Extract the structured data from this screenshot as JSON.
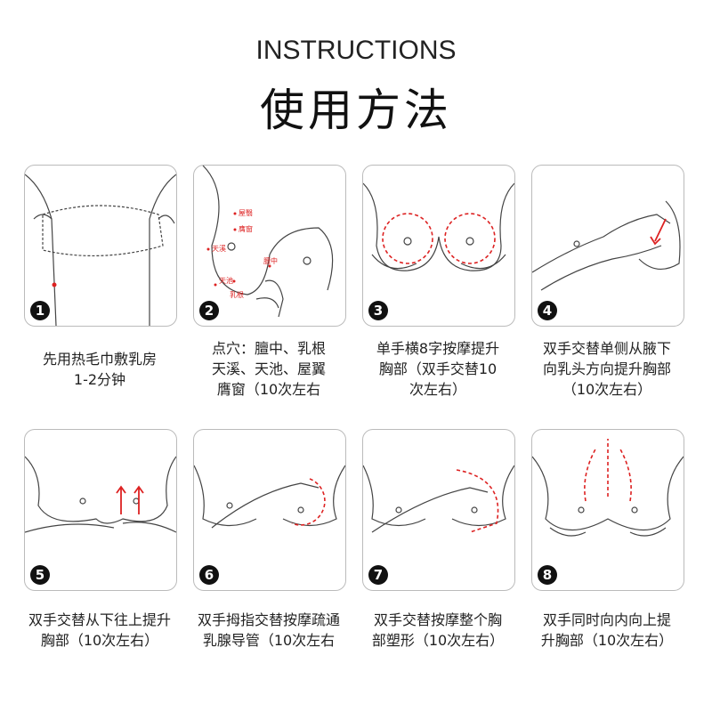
{
  "header": {
    "title_en": "INSTRUCTIONS",
    "title_cn": "使用方法"
  },
  "accent_color": "#d42020",
  "steps": [
    {
      "number": "1",
      "lines": [
        "先用热毛巾敷乳房",
        "1-2分钟"
      ]
    },
    {
      "number": "2",
      "lines": [
        "点穴：膻中、乳根",
        "天溪、天池、屋翼",
        "膺窗（10次左右"
      ],
      "acupoints": [
        "屋翳",
        "膺窗",
        "天溪",
        "膻中",
        "天池",
        "乳根"
      ]
    },
    {
      "number": "3",
      "lines": [
        "单手横8字按摩提升",
        "胸部（双手交替10",
        "次左右）"
      ]
    },
    {
      "number": "4",
      "lines": [
        "双手交替单侧从腋下",
        "向乳头方向提升胸部",
        "（10次左右）"
      ]
    },
    {
      "number": "5",
      "lines": [
        "双手交替从下往上提升",
        "胸部（10次左右）"
      ]
    },
    {
      "number": "6",
      "lines": [
        "双手拇指交替按摩疏通",
        "乳腺导管（10次左右"
      ]
    },
    {
      "number": "7",
      "lines": [
        "双手交替按摩整个胸",
        "部塑形（10次左右）"
      ]
    },
    {
      "number": "8",
      "lines": [
        "双手同时向内向上提",
        "升胸部（10次左右）"
      ]
    }
  ]
}
